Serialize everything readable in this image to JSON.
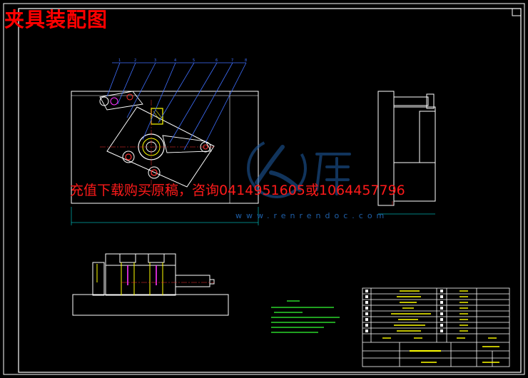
{
  "drawing": {
    "title": "夹具装配图",
    "ad_text": "充值下载购买原稿，咨询0414951605或1064457796",
    "watermark_site": "www.renrendoc.com"
  },
  "colors": {
    "background": "#000000",
    "frame": "#ffffff",
    "title_red": "#ff0000",
    "part_yellow": "#ffff00",
    "leader_blue": "#3f6fff",
    "centerline_red": "#ff3333",
    "magenta": "#ff33ff",
    "note_green": "#33ff33",
    "dim_cyan": "#00ffff"
  }
}
